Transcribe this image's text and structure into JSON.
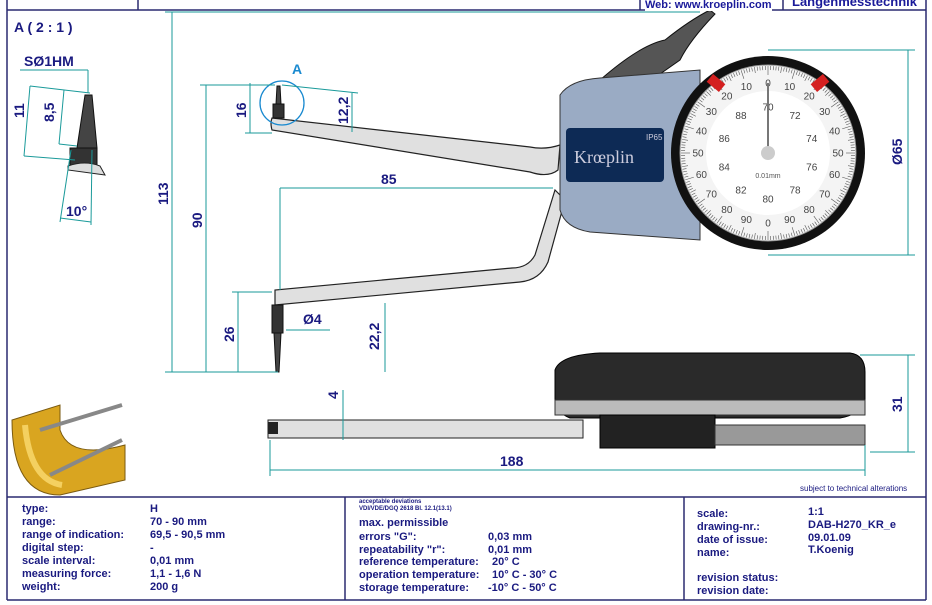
{
  "header": {
    "web": "Web: www.kroeplin.com",
    "tagline": "Längenmesstechnik"
  },
  "detail": {
    "title": "A ( 2 : 1 )",
    "tip_label": "SØ1HM",
    "dim_11": "11",
    "dim_8_5": "8,5",
    "angle": "10°"
  },
  "drawing": {
    "detail_marker": "A",
    "dims": {
      "d113": "113",
      "d90": "90",
      "d16": "16",
      "d12_2": "12,2",
      "d85": "85",
      "d26": "26",
      "d22_2": "22,2",
      "dia4": "Ø4",
      "dia65": "Ø65",
      "d31": "31",
      "d4": "4",
      "d188": "188"
    },
    "brand": "Krœplin",
    "ip": "IP65",
    "dial": {
      "outer": [
        "0",
        "10",
        "20",
        "30",
        "40",
        "50",
        "60",
        "70",
        "80",
        "90",
        "0",
        "90",
        "80",
        "70",
        "60",
        "50",
        "40",
        "30",
        "20",
        "10"
      ],
      "inner": [
        "70",
        "72",
        "74",
        "76",
        "78",
        "80",
        "82",
        "84",
        "86",
        "88"
      ],
      "unit": "0.01mm",
      "reading": 0
    },
    "note": "subject to technical alterations"
  },
  "specs": {
    "rows": [
      {
        "label": "type:",
        "value": "H"
      },
      {
        "label": "range:",
        "value": "70 - 90 mm"
      },
      {
        "label": "range of indication:",
        "value": "69,5 - 90,5 mm"
      },
      {
        "label": "digital step:",
        "value": "-"
      },
      {
        "label": "scale interval:",
        "value": "0,01 mm"
      },
      {
        "label": "measuring force:",
        "value": "1,1 - 1,6 N"
      },
      {
        "label": "weight:",
        "value": "200 g"
      }
    ]
  },
  "deviations": {
    "heading1": "acceptable deviations",
    "heading2": "VDI/VDE/DGQ 2618 Bl. 12.1(13.1)",
    "heading3": "max. permissible",
    "rows": [
      {
        "label": "errors \"G\":",
        "value": "0,03 mm"
      },
      {
        "label": "repeatability \"r\":",
        "value": "0,01 mm"
      },
      {
        "label": "reference temperature:",
        "value": "20° C"
      },
      {
        "label": "operation temperature:",
        "value": "10° C - 30° C"
      },
      {
        "label": "storage temperature:",
        "value": "-10° C - 50° C"
      }
    ]
  },
  "titleblock": {
    "rows": [
      {
        "label": "scale:",
        "value": "1:1"
      },
      {
        "label": "drawing-nr.:",
        "value": "DAB-H270_KR_e"
      },
      {
        "label": "date of issue:",
        "value": "09.01.09"
      },
      {
        "label": "name:",
        "value": "T.Koenig"
      }
    ],
    "revision_status": "revision status:",
    "revision_date": "revision date:"
  },
  "colors": {
    "dimension": "#1a9a9a",
    "text": "#1a1a80",
    "frame": "#2a2a70",
    "detail_circle": "#1a8ad0",
    "stop_red": "#d42020"
  }
}
